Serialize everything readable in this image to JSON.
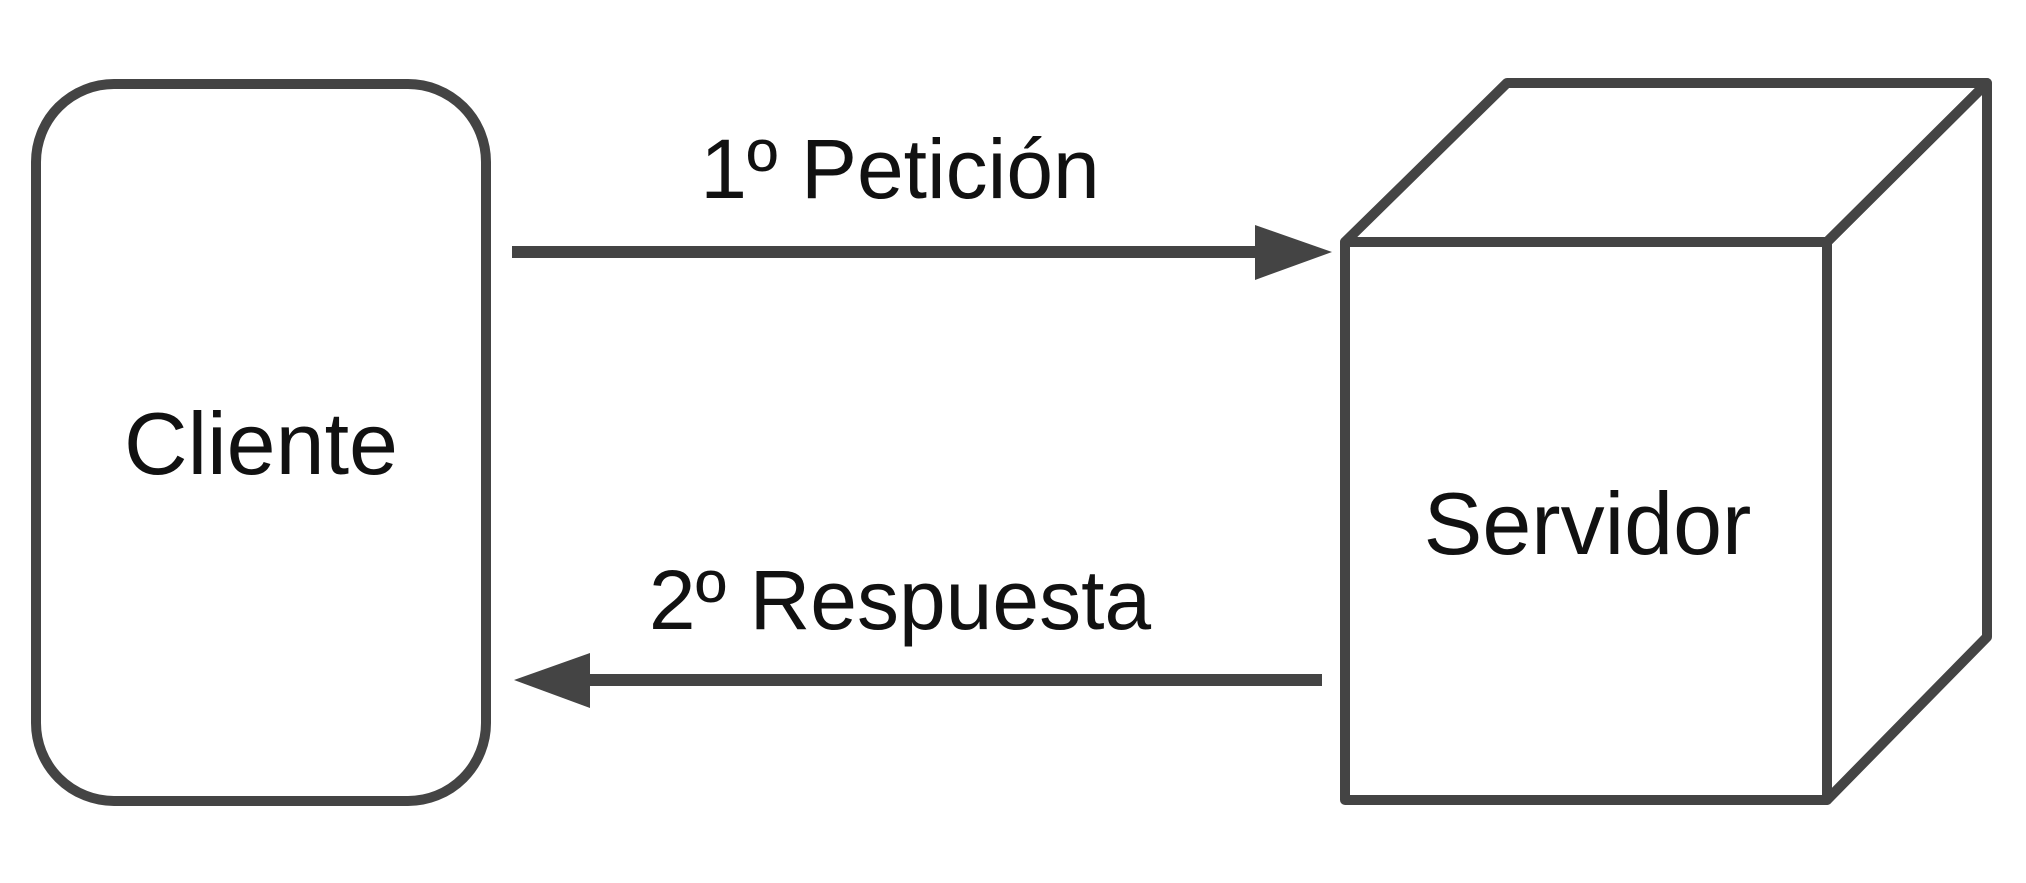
{
  "nodes": {
    "client": {
      "label": "Cliente"
    },
    "server": {
      "label": "Servidor"
    }
  },
  "edges": {
    "request": {
      "label": "1º Petición",
      "from": "Cliente",
      "to": "Servidor"
    },
    "response": {
      "label": "2º Respuesta",
      "from": "Servidor",
      "to": "Cliente"
    }
  },
  "colors": {
    "stroke": "#444444",
    "text": "#111111",
    "background": "#ffffff"
  }
}
